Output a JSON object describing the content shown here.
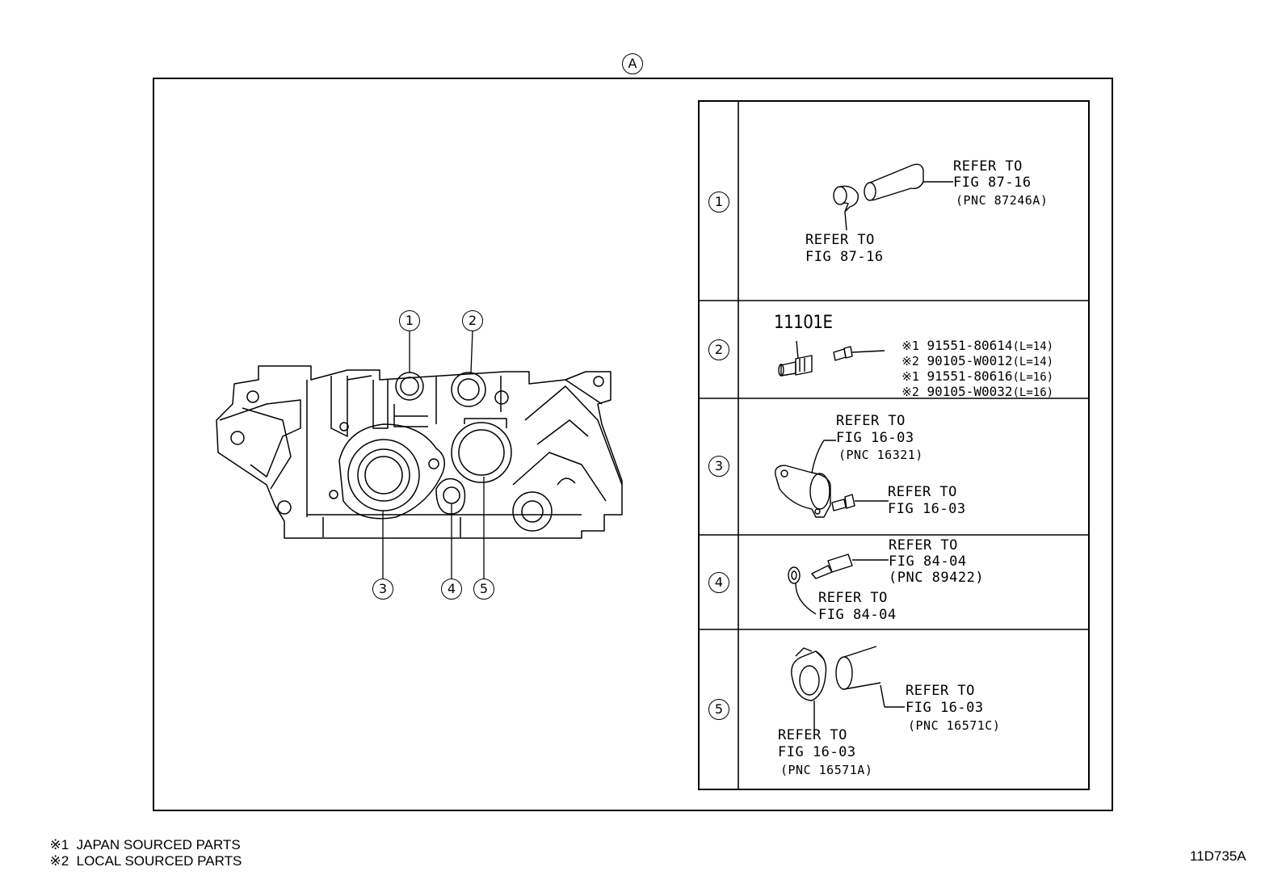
{
  "view_marker": "A",
  "callouts": [
    "1",
    "2",
    "3",
    "4",
    "5"
  ],
  "rows": [
    {
      "id": "1",
      "labels": [
        {
          "l1": "REFER TO",
          "l2": "FIG 87-16",
          "pnc": "(PNC 87246A)"
        },
        {
          "l1": "REFER TO",
          "l2": "FIG 87-16",
          "pnc": ""
        }
      ]
    },
    {
      "id": "2",
      "part_number": "11101E",
      "parts": [
        {
          "mark": "※1",
          "number": "91551-80614",
          "length": "(L=14)"
        },
        {
          "mark": "※2",
          "number": "90105-W0012",
          "length": "(L=14)"
        },
        {
          "mark": "※1",
          "number": "91551-80616",
          "length": "(L=16)"
        },
        {
          "mark": "※2",
          "number": "90105-W0032",
          "length": "(L=16)"
        }
      ]
    },
    {
      "id": "3",
      "labels": [
        {
          "l1": "REFER TO",
          "l2": "FIG 16-03",
          "pnc": "(PNC 16321)"
        },
        {
          "l1": "REFER TO",
          "l2": "FIG 16-03",
          "pnc": ""
        }
      ]
    },
    {
      "id": "4",
      "labels": [
        {
          "l1": "REFER TO",
          "l2": "FIG 84-04",
          "pnc": "(PNC 89422)"
        },
        {
          "l1": "REFER TO",
          "l2": "FIG 84-04",
          "pnc": ""
        }
      ]
    },
    {
      "id": "5",
      "labels": [
        {
          "l1": "REFER TO",
          "l2": "FIG 16-03",
          "pnc": "(PNC 16571C)"
        },
        {
          "l1": "REFER TO",
          "l2": "FIG 16-03",
          "pnc": "(PNC 16571A)"
        }
      ]
    }
  ],
  "footnotes": [
    {
      "mark": "※1",
      "text": "JAPAN SOURCED PARTS"
    },
    {
      "mark": "※2",
      "text": "LOCAL SOURCED PARTS"
    }
  ],
  "drawing_code": "11D735A"
}
